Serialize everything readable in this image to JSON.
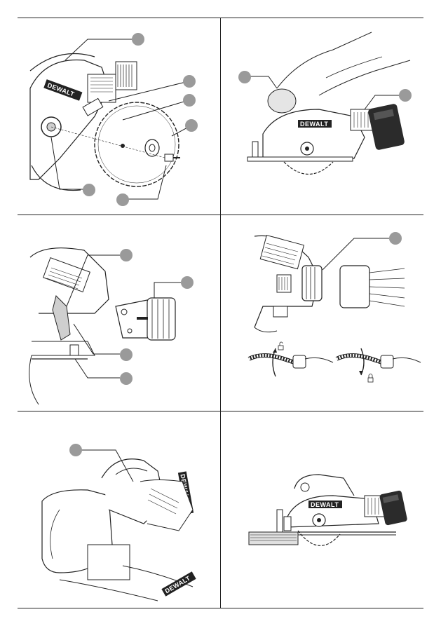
{
  "document": {
    "type": "tool manual illustration page",
    "brand_label": "DEWALT",
    "panels": [
      {
        "id": "panel-1",
        "topic": "blade assembly",
        "callouts": 6
      },
      {
        "id": "panel-2",
        "topic": "saw with battery held by hands",
        "callouts": 2
      },
      {
        "id": "panel-3",
        "topic": "dust port adapter",
        "callouts": 4
      },
      {
        "id": "panel-4",
        "topic": "dust extraction hose connection",
        "callouts": 1
      },
      {
        "id": "panel-5",
        "topic": "lever close-up",
        "callouts": 1
      },
      {
        "id": "panel-6",
        "topic": "saw on guide rail",
        "callouts": 0
      }
    ]
  },
  "colors": {
    "callout_fill": "#9a9a9a",
    "line": "#222222",
    "shade": "#cfcfcf",
    "battery": "#2b2b2b"
  },
  "icons": [
    "unlock-icon",
    "lock-icon",
    "rotate-arrow-icon"
  ]
}
